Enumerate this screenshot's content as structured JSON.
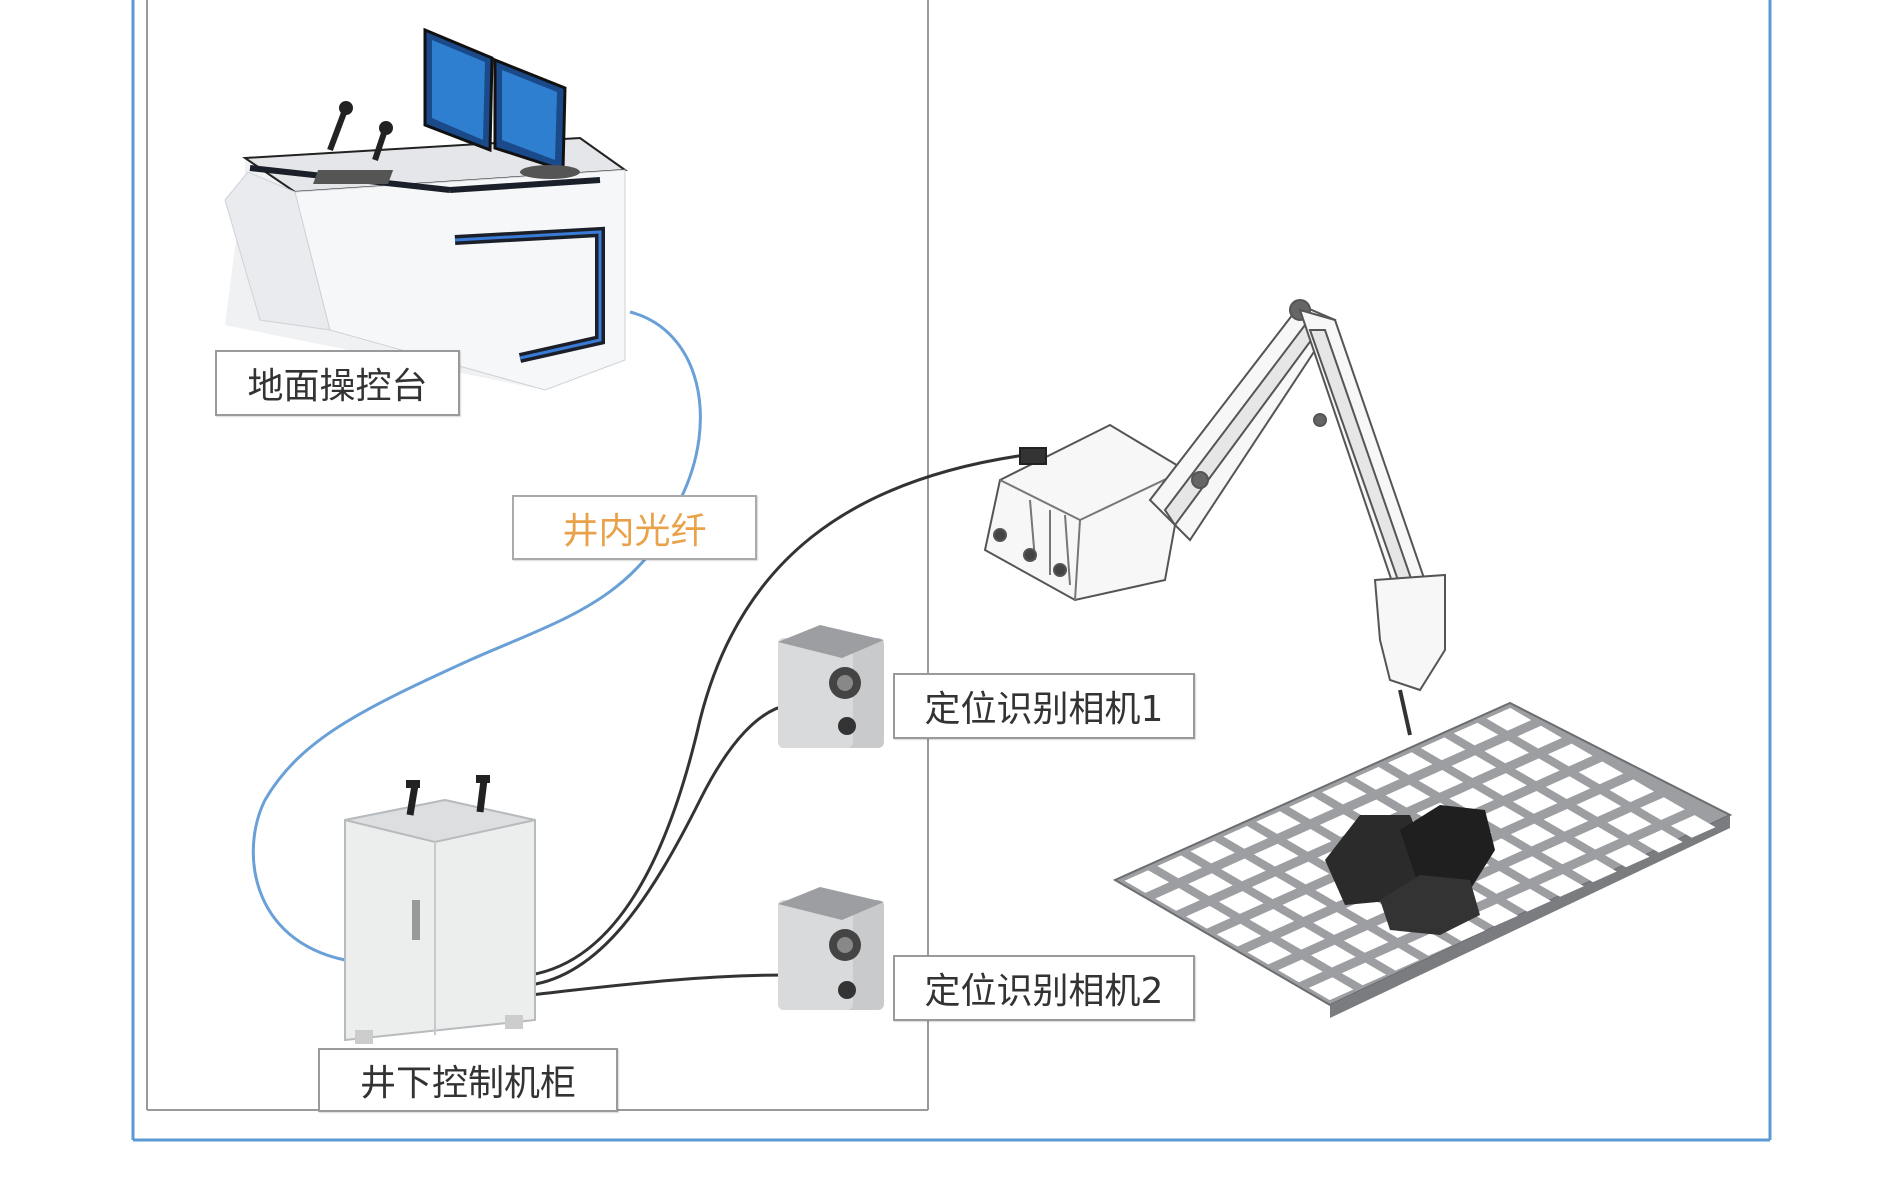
{
  "labels": {
    "ground_console": "地面操控台",
    "shaft_fiber": "井内光纤",
    "camera_1": "定位识别相机1",
    "camera_2": "定位识别相机2",
    "underground_cabinet": "井下控制机柜"
  },
  "colors": {
    "outer_frame": "#5a9bd5",
    "inner_frame": "#9a9a9a",
    "fiber_cable": "#6aa0d8",
    "signal_cable": "#333333",
    "fiber_label_text": "#e8a24a"
  }
}
